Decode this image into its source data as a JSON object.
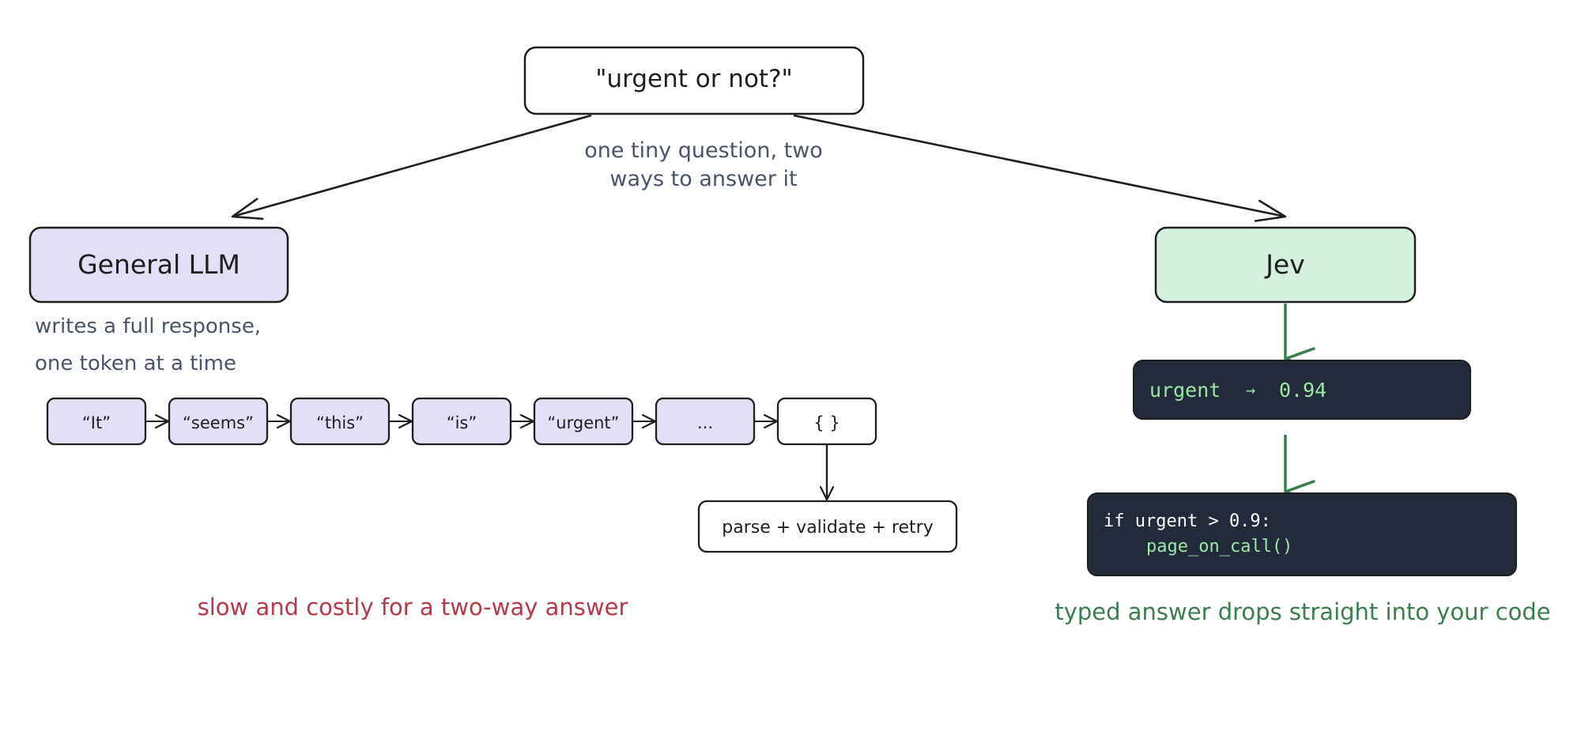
{
  "question": {
    "label": "\"urgent or not?\""
  },
  "question_note": {
    "line1": "one tiny question, two",
    "line2": "ways to answer it"
  },
  "left": {
    "title": "General LLM",
    "note_line1": "writes a full response,",
    "note_line2": "one token at a time",
    "tokens": [
      "“It”",
      "“seems”",
      "“this”",
      "“is”",
      "“urgent”",
      "...",
      "{  }"
    ],
    "post_step": "parse + validate + retry",
    "verdict": "slow and costly for a two-way answer"
  },
  "right": {
    "title": "Jev",
    "output": {
      "key": "urgent",
      "arrow": "→",
      "value": "0.94"
    },
    "code": {
      "line1": "if urgent > 0.9:",
      "line2": "page_on_call()"
    },
    "verdict": "typed answer drops straight into your code"
  },
  "colors": {
    "ink": "#1e1e1e",
    "muted": "#4a5468",
    "llm_fill": "#e5dff5",
    "jev_fill": "#d5f0dc",
    "dark_panel": "#232a3a",
    "green": "#3a7d4f",
    "code_green": "#9ee6a8",
    "red": "#b23a4a"
  }
}
